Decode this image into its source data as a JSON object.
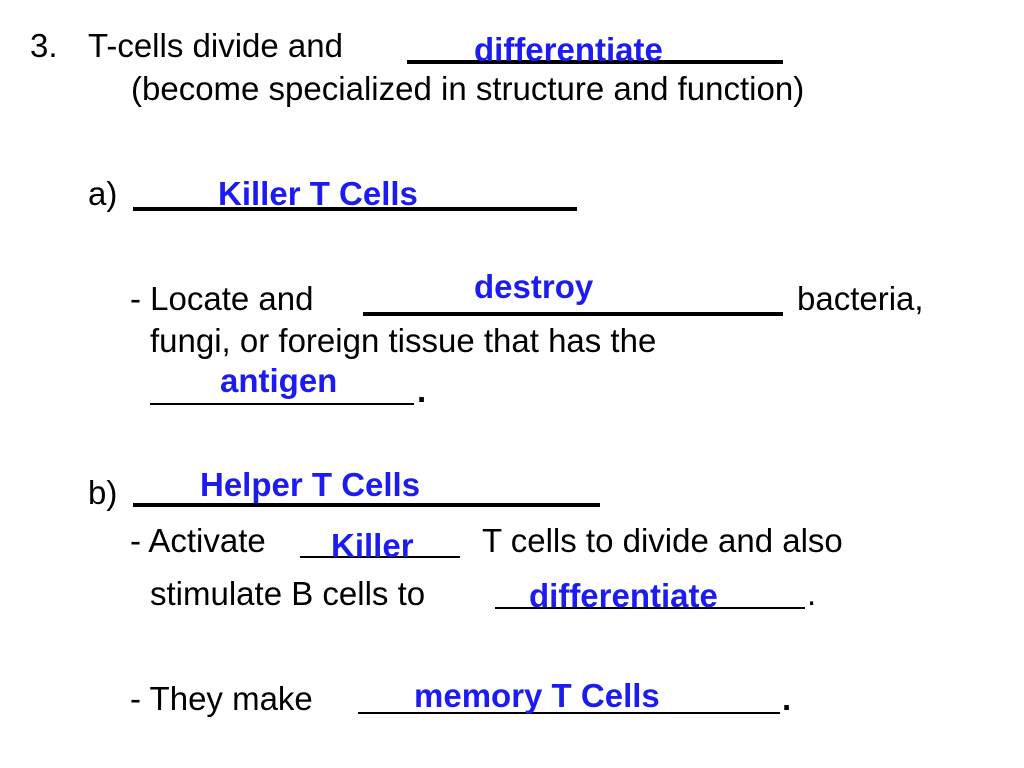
{
  "item3": {
    "number": "3.",
    "lead": "T-cells divide and",
    "answer": "differentiate",
    "note": "(become specialized in structure and function)"
  },
  "part_a": {
    "marker": "a)",
    "answer": "Killer T Cells",
    "line1_lead": "- Locate and",
    "line1_answer": "destroy",
    "line1_tail": "bacteria,",
    "line2": "fungi, or foreign tissue that has the",
    "line3_answer": "antigen",
    "line3_period": "."
  },
  "part_b": {
    "marker": "b)",
    "answer": "Helper T Cells",
    "line1_lead": "- Activate",
    "line1_answer": "Killer",
    "line1_tail": "T cells to divide and also",
    "line2_lead": "stimulate B cells to",
    "line2_answer": "differentiate",
    "line2_period": ".",
    "line3_lead": "- They make",
    "line3_answer": "memory T Cells",
    "line3_period": "."
  },
  "colors": {
    "answer": "#1c1cf0",
    "text": "#000000"
  }
}
